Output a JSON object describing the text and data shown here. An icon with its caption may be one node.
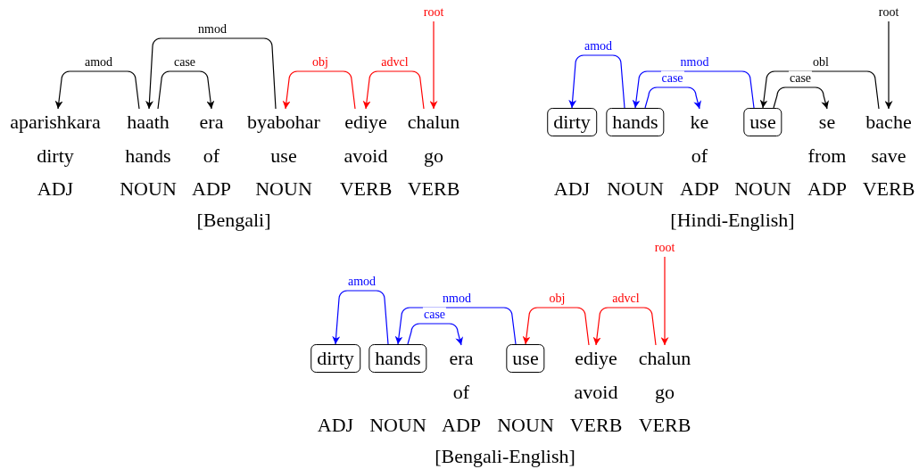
{
  "diagram": {
    "nodes": [
      {
        "text": [
          "aparishkara"
        ],
        "beside": [
          "dirty",
          "ADJ"
        ]
      },
      {
        "text": [
          "haath"
        ],
        "beside": [
          "hands",
          "NOUN"
        ]
      },
      {
        "text": [
          "era"
        ],
        "beside": [
          "of",
          "ADP"
        ]
      },
      {
        "text": [
          "byabohar"
        ],
        "beside": [
          "use",
          "NOUN"
        ]
      },
      {
        "text": [
          "ediye"
        ],
        "beside": [
          "avoid",
          "VERB"
        ]
      },
      {
        "text": [
          "chalun"
        ],
        "beside": [
          "go",
          "VERB"
        ]
      },
      {
        "text": [
          "dirty"
        ],
        "beside": [
          "ADJ"
        ]
      },
      {
        "text": [
          "hands"
        ],
        "beside": [
          "NOUN"
        ]
      },
      {
        "text": [
          "ke"
        ],
        "beside": [
          "of",
          "ADP"
        ]
      },
      {
        "text": [
          "use"
        ],
        "beside": [
          "NOUN"
        ]
      },
      {
        "text": [
          "se"
        ],
        "beside": [
          "from",
          "ADP"
        ]
      },
      {
        "text": [
          "bache"
        ],
        "beside": [
          "save",
          "VERB"
        ]
      },
      {
        "text": [
          "dirty"
        ],
        "beside": [
          "ADJ"
        ]
      },
      {
        "text": [
          "hands"
        ],
        "beside": [
          "NOUN"
        ]
      },
      {
        "text": [
          "era"
        ],
        "beside": [
          "of",
          "ADP"
        ]
      },
      {
        "text": [
          "use"
        ],
        "beside": [
          "NOUN"
        ]
      },
      {
        "text": [
          "ediye"
        ],
        "beside": [
          "avoid",
          "VERB"
        ]
      },
      {
        "text": [
          "chalun"
        ],
        "beside": [
          "go",
          "VERB"
        ]
      }
    ],
    "edges": [
      {
        "from": 1,
        "to": 0,
        "arrow": "to",
        "label": "amod"
      },
      {
        "from": 3,
        "to": 1,
        "arrow": "to",
        "label": "nmod"
      },
      {
        "from": 1,
        "to": 2,
        "arrow": "to",
        "label": "case"
      },
      {
        "from": 4,
        "to": 3,
        "arrow": "to",
        "label": "obj",
        "color": "#ff0000"
      },
      {
        "from": 5,
        "to": 4,
        "arrow": "to",
        "label": "advcl",
        "color": "#ff0000"
      },
      {
        "from": null,
        "to": 5,
        "arrow": "to",
        "label": "root",
        "color": "#ff0000"
      },
      {
        "from": 7,
        "to": 6,
        "arrow": "to",
        "label": "amod",
        "color": "#0000ff"
      },
      {
        "from": 9,
        "to": 7,
        "arrow": "to",
        "label": "nmod",
        "color": "#0000ff"
      },
      {
        "from": 7,
        "to": 8,
        "arrow": "to",
        "label": "case",
        "color": "#0000ff"
      },
      {
        "from": 11,
        "to": 9,
        "arrow": "to",
        "label": "obl"
      },
      {
        "from": 9,
        "to": 10,
        "arrow": "to",
        "label": "case"
      },
      {
        "from": null,
        "to": 11,
        "arrow": "to",
        "label": "root"
      },
      {
        "from": 13,
        "to": 12,
        "arrow": "to",
        "label": "amod",
        "color": "#0000ff"
      },
      {
        "from": 15,
        "to": 13,
        "arrow": "to",
        "label": "nmod",
        "color": "#0000ff"
      },
      {
        "from": 13,
        "to": 14,
        "arrow": "to",
        "label": "case",
        "color": "#0000ff"
      },
      {
        "from": 16,
        "to": 15,
        "arrow": "to",
        "label": "obj",
        "color": "#ff0000"
      },
      {
        "from": 17,
        "to": 16,
        "arrow": "to",
        "label": "advcl",
        "color": "#ff0000"
      },
      {
        "from": null,
        "to": 17,
        "arrow": "to",
        "label": "root",
        "color": "#ff0000"
      }
    ],
    "labels": [
      "[Bengali]",
      "[Hindi-English]",
      "[Bengali-English]"
    ]
  }
}
